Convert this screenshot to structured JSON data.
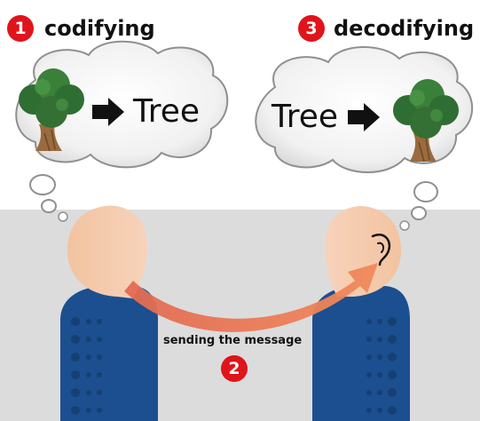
{
  "steps": [
    {
      "number": "1",
      "label": "codifying"
    },
    {
      "number": "2",
      "label": "sending the message"
    },
    {
      "number": "3",
      "label": "decodifying"
    }
  ],
  "thought_word": "Tree",
  "colors": {
    "badge": "#e0141b",
    "arrow": "#e8664a",
    "head": "#f3c9a8",
    "body": "#1c4f8f",
    "background_lower": "#dcdcdc"
  },
  "icons": [
    "tree-icon",
    "right-arrow-icon",
    "ear-icon",
    "cloud-icon"
  ]
}
